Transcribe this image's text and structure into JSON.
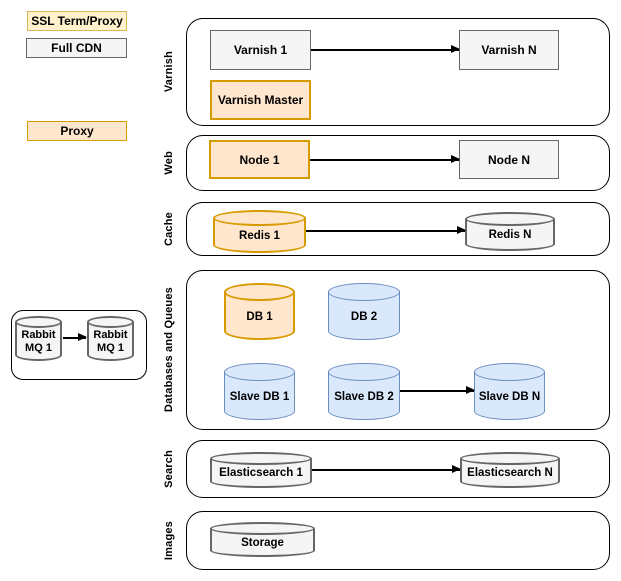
{
  "diagram": {
    "legend": {
      "ssl_term_proxy": "SSL Term/Proxy",
      "full_cdn": "Full CDN",
      "proxy": "Proxy"
    },
    "rabbitmq_group": {
      "node1": "Rabbit MQ 1",
      "node2": "Rabbit MQ 1"
    },
    "sections": {
      "varnish": {
        "label": "Varnish",
        "nodes": {
          "varnish1": "Varnish 1",
          "varnishN": "Varnish N",
          "master": "Varnish Master"
        }
      },
      "web": {
        "label": "Web",
        "nodes": {
          "node1": "Node 1",
          "nodeN": "Node N"
        }
      },
      "cache": {
        "label": "Cache",
        "nodes": {
          "redis1": "Redis 1",
          "redisN": "Redis N"
        }
      },
      "databases": {
        "label": "Databases and Queues",
        "nodes": {
          "db1": "DB 1",
          "db2": "DB 2",
          "slave1": "Slave DB 1",
          "slave2": "Slave DB 2",
          "slaveN": "Slave DB N"
        }
      },
      "search": {
        "label": "Search",
        "nodes": {
          "es1": "Elasticsearch 1",
          "esN": "Elasticsearch N"
        }
      },
      "images": {
        "label": "Images",
        "nodes": {
          "storage": "Storage"
        }
      }
    },
    "colors": {
      "orange_fill": "#FFE6CC",
      "orange_stroke": "#D79B00",
      "yellow_fill": "#FFF2CC",
      "yellow_stroke": "#D6B656",
      "blue_fill": "#DAE8FC",
      "blue_stroke": "#6C8EBF",
      "gray_fill": "#F5F5F5",
      "gray_stroke": "#666666",
      "container_stroke": "#000000",
      "arrow": "#000000"
    }
  }
}
